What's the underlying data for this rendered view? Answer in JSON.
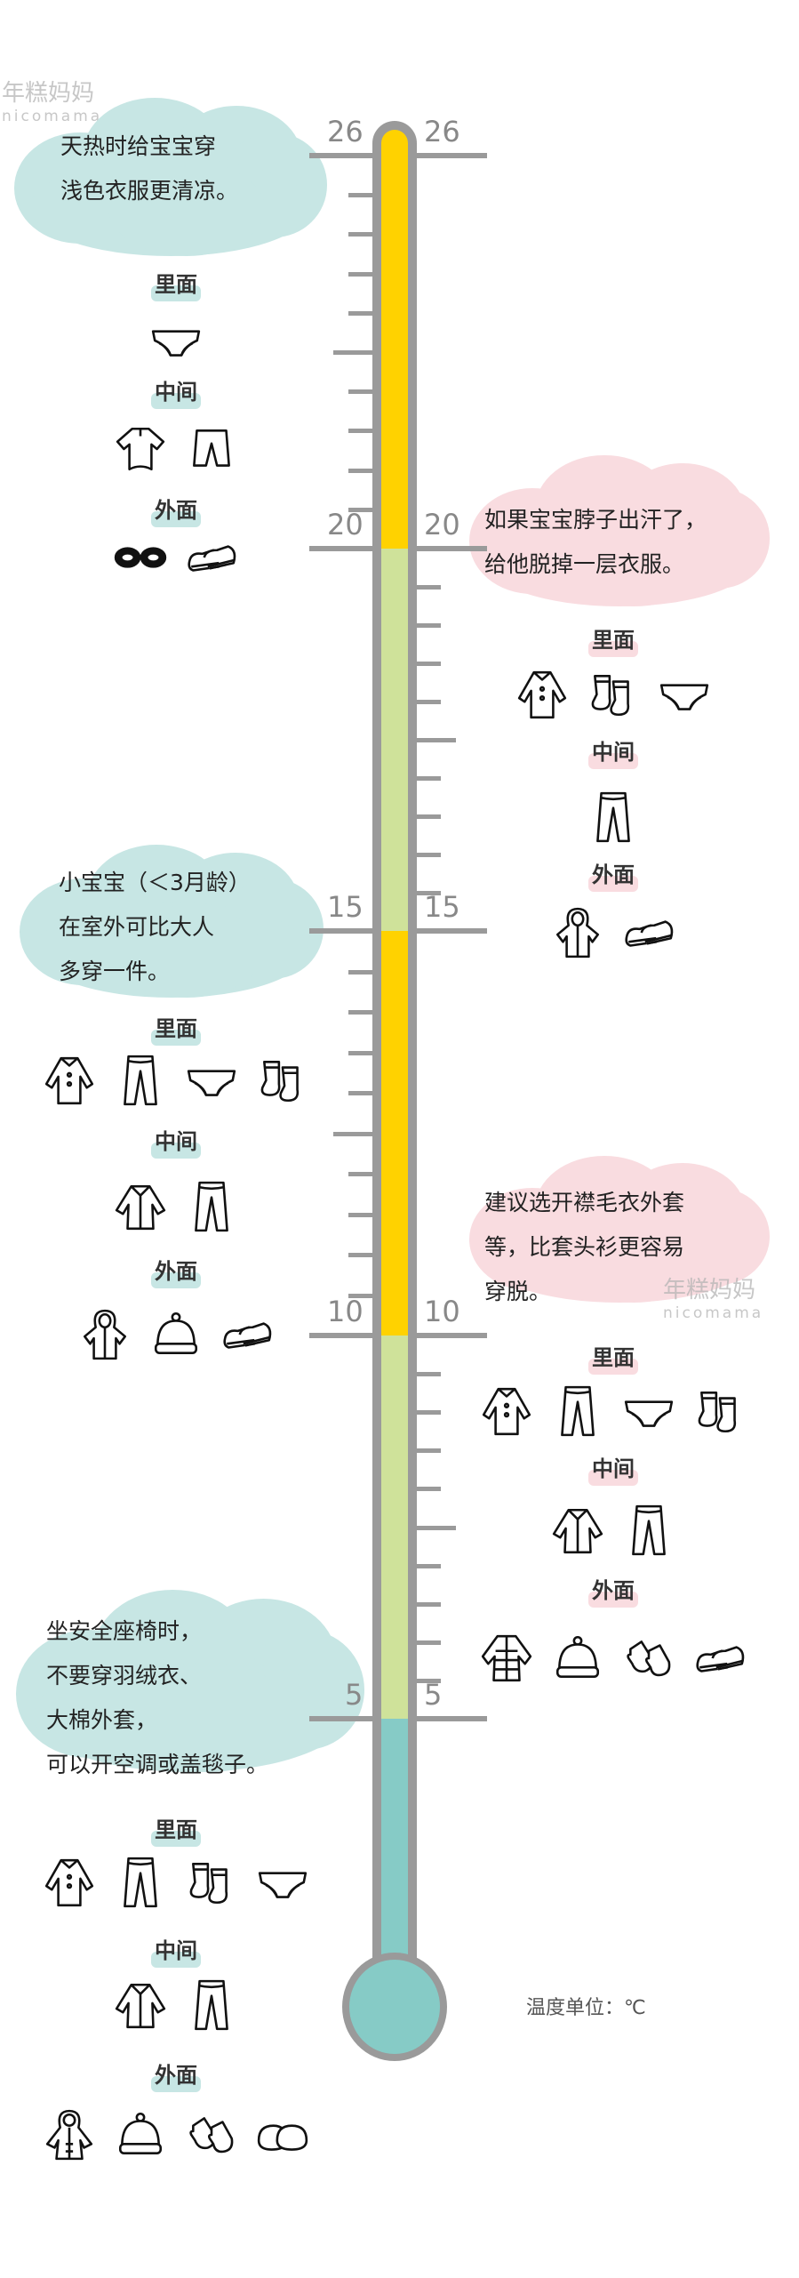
{
  "watermark": {
    "cn": "年糕妈妈",
    "en": "nicomama"
  },
  "scale": {
    "labels": [
      "26",
      "20",
      "15",
      "10",
      "5"
    ],
    "unit_label": "温度单位：℃"
  },
  "colors": {
    "warm_fill": "#FFD200",
    "mild_fill": "#CFE29A",
    "cold_fill": "#86CBC6",
    "tube": "#9A9A9A",
    "cloud_blue": "#C7E6E4",
    "cloud_pink": "#F9DCE0"
  },
  "sections": [
    {
      "range": "26-20",
      "tip": [
        "天热时给宝宝穿",
        "浅色衣服更清凉。"
      ],
      "layers": [
        {
          "label": "里面",
          "items": [
            "briefs-icon"
          ]
        },
        {
          "label": "中间",
          "items": [
            "tshirt-icon",
            "shorts-icon"
          ]
        },
        {
          "label": "外面",
          "items": [
            "sunglasses-icon",
            "shoes-icon"
          ]
        }
      ]
    },
    {
      "range": "20-15",
      "tip": [
        "如果宝宝脖子出汗了，",
        "给他脱掉一层衣服。"
      ],
      "layers": [
        {
          "label": "里面",
          "items": [
            "shirt-icon",
            "socks-icon",
            "briefs-icon"
          ]
        },
        {
          "label": "中间",
          "items": [
            "pants-icon"
          ]
        },
        {
          "label": "外面",
          "items": [
            "hoodie-icon",
            "shoes-icon"
          ]
        }
      ]
    },
    {
      "range": "15-10",
      "tip": [
        "小宝宝（＜3月龄）",
        "在室外可比大人",
        "多穿一件。"
      ],
      "layers": [
        {
          "label": "里面",
          "items": [
            "shirt-icon",
            "pants-icon",
            "briefs-icon",
            "socks-icon"
          ]
        },
        {
          "label": "中间",
          "items": [
            "cardigan-icon",
            "pants-icon"
          ]
        },
        {
          "label": "外面",
          "items": [
            "hoodie-icon",
            "hat-icon",
            "shoes-icon"
          ]
        }
      ]
    },
    {
      "range": "10-5",
      "tip": [
        "建议选开襟毛衣外套",
        "等，比套头衫更容易",
        "穿脱。"
      ],
      "layers": [
        {
          "label": "里面",
          "items": [
            "shirt-icon",
            "pants-icon",
            "briefs-icon",
            "socks-icon"
          ]
        },
        {
          "label": "中间",
          "items": [
            "cardigan-icon",
            "pants-icon"
          ]
        },
        {
          "label": "外面",
          "items": [
            "down-jacket-icon",
            "hat-icon",
            "mittens-icon",
            "shoes-icon"
          ]
        }
      ]
    },
    {
      "range": "<5",
      "tip": [
        "坐安全座椅时，",
        "不要穿羽绒衣、",
        "大棉外套，",
        "可以开空调或盖毯子。"
      ],
      "layers": [
        {
          "label": "里面",
          "items": [
            "shirt-icon",
            "pants-icon",
            "socks-icon",
            "briefs-icon"
          ]
        },
        {
          "label": "中间",
          "items": [
            "cardigan-icon",
            "pants-icon"
          ]
        },
        {
          "label": "外面",
          "items": [
            "snowsuit-icon",
            "hat-icon",
            "mittens-icon",
            "slippers-icon"
          ]
        }
      ]
    }
  ]
}
